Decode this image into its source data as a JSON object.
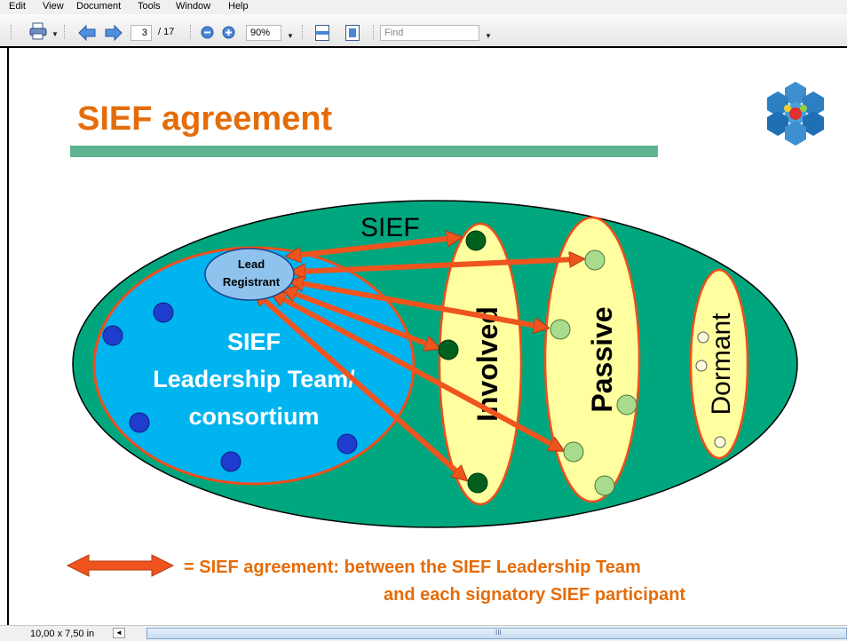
{
  "menu": [
    "Edit",
    "View",
    "Document",
    "Tools",
    "Window",
    "Help"
  ],
  "toolbar": {
    "page_current": "3",
    "page_total": "/ 17",
    "zoom": "90%",
    "find_placeholder": "Find"
  },
  "slide": {
    "title": "SIEF agreement",
    "sief_label": "SIEF",
    "lead_line1": "Lead",
    "lead_line2": "Registrant",
    "team_line1": "SIEF",
    "team_line2": "Leadership Team/",
    "team_line3": "consortium",
    "involved": "Involved",
    "passive": "Passive",
    "dormant": "Dormant",
    "legend_line1": "= SIEF agreement: between the SIEF Leadership Team",
    "legend_line2": "and each signatory SIEF participant"
  },
  "status": {
    "page_size": "10,00 x 7,50 in",
    "scroll_grip": "III"
  },
  "colors": {
    "title": "#e46c0a",
    "rule": "#5fb391",
    "outer_ellipse": "#00a77e",
    "team_ellipse": "#00b4f0",
    "arrow": "#f0541e",
    "yellow": "#ffffa0"
  },
  "icons": [
    "print-icon",
    "back-arrow-icon",
    "forward-arrow-icon",
    "zoom-out-icon",
    "zoom-in-icon",
    "fit-width-icon",
    "fit-page-icon",
    "logo-icon"
  ]
}
